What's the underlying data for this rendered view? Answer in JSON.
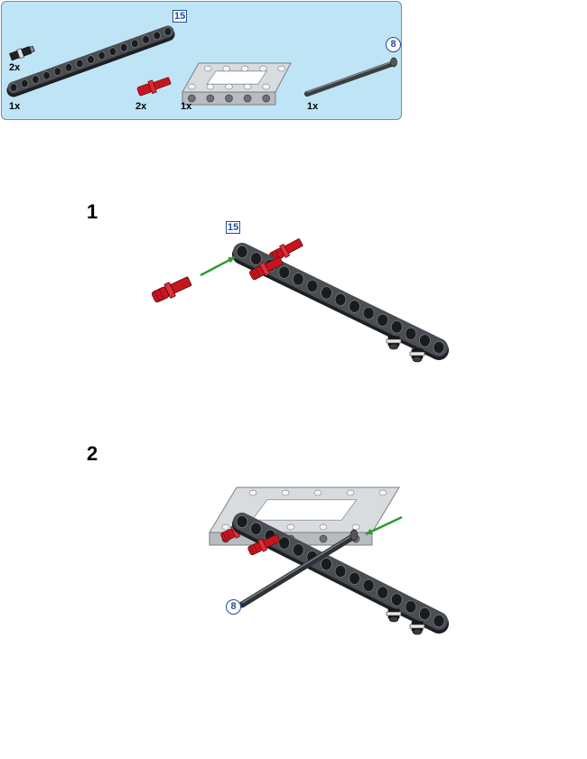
{
  "parts_list": {
    "items": [
      {
        "part": "black-connector-pin",
        "quantity": "2x"
      },
      {
        "part": "dark-gray-beam-15",
        "quantity": "1x",
        "length_label": "15"
      },
      {
        "part": "red-axle-pin",
        "quantity": "2x"
      },
      {
        "part": "light-gray-open-frame",
        "quantity": "1x"
      },
      {
        "part": "dark-gray-axle-8",
        "quantity": "1x",
        "length_label": "8"
      }
    ]
  },
  "steps": [
    {
      "number": "1",
      "callout": "15"
    },
    {
      "number": "2",
      "callout": "8"
    }
  ],
  "colors": {
    "panel_bg": "#bfe4f5",
    "beam_dark": "#4a4d52",
    "frame_light": "#d9dcdf",
    "pin_red": "#c8141e",
    "arrow_green": "#2f9a35",
    "callout_blue": "#1f4f9a"
  }
}
